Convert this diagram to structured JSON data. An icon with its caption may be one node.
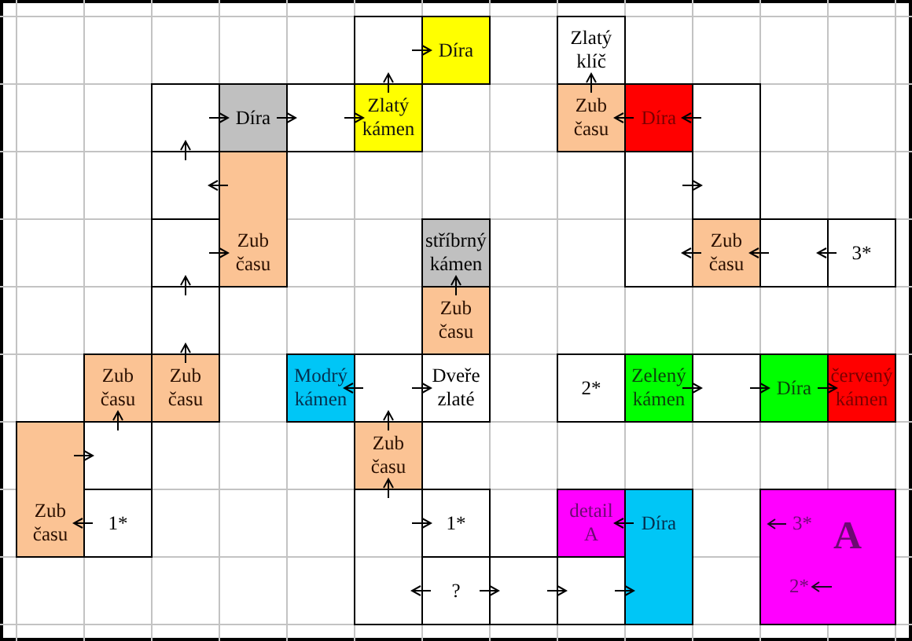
{
  "diagram": {
    "nodes": [
      {
        "text": [],
        "shape": "box"
      },
      {
        "text": [
          "Díra"
        ]
      },
      {
        "text": [
          "Zlatý klíč"
        ]
      },
      {
        "text": [],
        "shape": "box"
      },
      {
        "text": [
          "Díra"
        ]
      },
      {
        "text": [],
        "shape": "box"
      },
      {
        "text": [
          "Zlatý kámen"
        ]
      },
      {
        "text": [
          "Zub času"
        ]
      },
      {
        "text": [
          "Díra"
        ]
      },
      {
        "text": [],
        "shape": "box"
      },
      {
        "text": [],
        "shape": "box"
      },
      {
        "text": [
          "Zub času"
        ]
      },
      {
        "text": [],
        "shape": "box"
      },
      {
        "text": [],
        "shape": "box"
      },
      {
        "text": [
          "stříbrný kámen"
        ]
      },
      {
        "text": [
          "Zub času"
        ]
      },
      {
        "text": [],
        "shape": "box"
      },
      {
        "text": [
          "3*"
        ]
      },
      {
        "text": [],
        "shape": "box"
      },
      {
        "text": [
          "Zub času"
        ]
      },
      {
        "text": [
          "Zub času"
        ]
      },
      {
        "text": [
          "Zub času"
        ]
      },
      {
        "text": [
          "Modrý kámen"
        ]
      },
      {
        "text": [],
        "shape": "box"
      },
      {
        "text": [
          "Dveře zlaté"
        ]
      },
      {
        "text": [
          "2*"
        ]
      },
      {
        "text": [
          "Zelený kámen"
        ]
      },
      {
        "text": [],
        "shape": "box"
      },
      {
        "text": [
          "Díra"
        ]
      },
      {
        "text": [
          "červený kámen"
        ]
      },
      {
        "text": [
          "Zub času"
        ]
      },
      {
        "text": [],
        "shape": "box"
      },
      {
        "text": [
          "Zub času"
        ]
      },
      {
        "text": [
          "1*"
        ]
      },
      {
        "text": [],
        "shape": "box"
      },
      {
        "text": [
          "1*"
        ]
      },
      {
        "text": [
          "detail A"
        ]
      },
      {
        "text": [
          "Díra"
        ]
      },
      {
        "text": [
          "3*",
          "A",
          "2*"
        ]
      },
      {
        "text": [
          "?"
        ]
      },
      {
        "text": [],
        "shape": "box"
      },
      {
        "text": [],
        "shape": "box"
      }
    ],
    "edges": [
      {
        "from": 0,
        "to": 1,
        "arrow": "to"
      },
      {
        "from": 6,
        "to": 0,
        "arrow": "to"
      },
      {
        "from": 5,
        "to": 6,
        "arrow": "to"
      },
      {
        "from": 4,
        "to": 5,
        "arrow": "to"
      },
      {
        "from": 3,
        "to": 4,
        "arrow": "to"
      },
      {
        "from": 10,
        "to": 3,
        "arrow": "to"
      },
      {
        "from": 11,
        "to": 10,
        "arrow": "to"
      },
      {
        "from": 13,
        "to": 11,
        "arrow": "to"
      },
      {
        "from": 18,
        "to": 13,
        "arrow": "to"
      },
      {
        "from": 21,
        "to": 18,
        "arrow": "to"
      },
      {
        "from": 31,
        "to": 20,
        "arrow": "to"
      },
      {
        "from": 30,
        "to": 31,
        "arrow": "to"
      },
      {
        "from": 33,
        "to": 30,
        "arrow": "to"
      },
      {
        "from": 7,
        "to": 2,
        "arrow": "to"
      },
      {
        "from": 8,
        "to": 7,
        "arrow": "to"
      },
      {
        "from": 9,
        "to": 8,
        "arrow": "to"
      },
      {
        "from": 12,
        "to": 9,
        "arrow": "to"
      },
      {
        "from": 15,
        "to": 12,
        "arrow": "to"
      },
      {
        "from": 16,
        "to": 15,
        "arrow": "to"
      },
      {
        "from": 17,
        "to": 16,
        "arrow": "to"
      },
      {
        "from": 19,
        "to": 14,
        "arrow": "to"
      },
      {
        "from": 23,
        "to": 22,
        "arrow": "to"
      },
      {
        "from": 23,
        "to": 24,
        "arrow": "to"
      },
      {
        "from": 32,
        "to": 23,
        "arrow": "to"
      },
      {
        "from": 26,
        "to": 27,
        "arrow": "to"
      },
      {
        "from": 27,
        "to": 28,
        "arrow": "to"
      },
      {
        "from": 28,
        "to": 29,
        "arrow": "to"
      },
      {
        "from": 34,
        "to": 32,
        "arrow": "to"
      },
      {
        "from": 34,
        "to": 35,
        "arrow": "to"
      },
      {
        "from": 37,
        "to": 36,
        "arrow": "to"
      },
      {
        "from": 39,
        "to": 34,
        "arrow": "to"
      },
      {
        "from": 39,
        "to": 40,
        "arrow": "to"
      },
      {
        "from": 40,
        "to": 41,
        "arrow": "to"
      },
      {
        "from": 41,
        "to": 37,
        "arrow": "to"
      }
    ]
  }
}
